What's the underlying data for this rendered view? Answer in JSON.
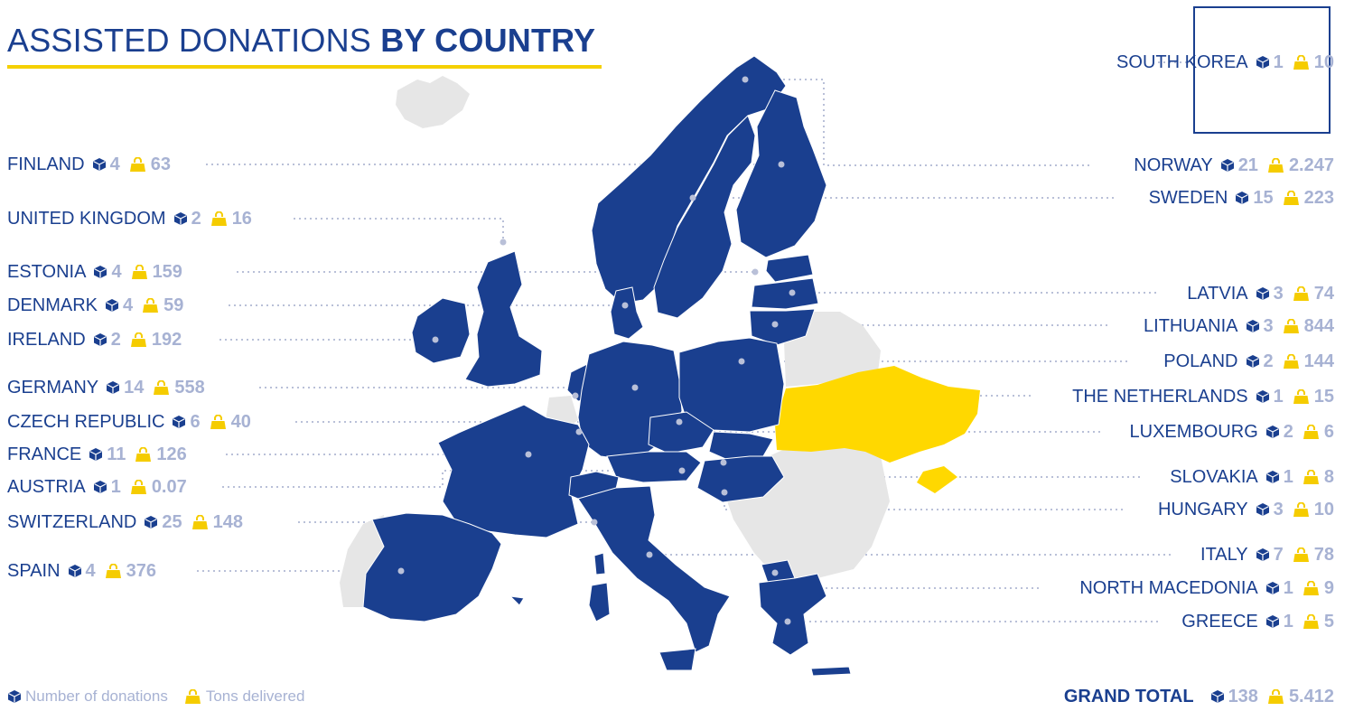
{
  "title": {
    "light": "ASSISTED DONATIONS ",
    "bold": "BY COUNTRY"
  },
  "colors": {
    "donor_blue": "#1a3f8f",
    "recipient_yellow": "#ffd800",
    "other_grey": "#e6e6e6",
    "muted_number": "#a7b2d3",
    "accent_underline": "#f5d000"
  },
  "icons": {
    "donations": "cube-icon",
    "tons": "bag-icon"
  },
  "countries_left": [
    {
      "name": "FINLAND",
      "donations": "4",
      "tons": "63"
    },
    {
      "name": "UNITED KINGDOM",
      "donations": "2",
      "tons": "16"
    },
    {
      "name": "ESTONIA",
      "donations": "4",
      "tons": "159"
    },
    {
      "name": "DENMARK",
      "donations": "4",
      "tons": "59"
    },
    {
      "name": "IRELAND",
      "donations": "2",
      "tons": "192"
    },
    {
      "name": "GERMANY",
      "donations": "14",
      "tons": "558"
    },
    {
      "name": "CZECH REPUBLIC",
      "donations": "6",
      "tons": "40"
    },
    {
      "name": "FRANCE",
      "donations": "11",
      "tons": "126"
    },
    {
      "name": "AUSTRIA",
      "donations": "1",
      "tons": "0.07"
    },
    {
      "name": "SWITZERLAND",
      "donations": "25",
      "tons": "148"
    },
    {
      "name": "SPAIN",
      "donations": "4",
      "tons": "376"
    }
  ],
  "countries_right": [
    {
      "name": "SOUTH KOREA",
      "donations": "1",
      "tons": "10"
    },
    {
      "name": "NORWAY",
      "donations": "21",
      "tons": "2.247"
    },
    {
      "name": "SWEDEN",
      "donations": "15",
      "tons": "223"
    },
    {
      "name": "LATVIA",
      "donations": "3",
      "tons": "74"
    },
    {
      "name": "LITHUANIA",
      "donations": "3",
      "tons": "844"
    },
    {
      "name": "POLAND",
      "donations": "2",
      "tons": "144"
    },
    {
      "name": "THE NETHERLANDS",
      "donations": "1",
      "tons": "15"
    },
    {
      "name": "LUXEMBOURG",
      "donations": "2",
      "tons": "6"
    },
    {
      "name": "SLOVAKIA",
      "donations": "1",
      "tons": "8"
    },
    {
      "name": "HUNGARY",
      "donations": "3",
      "tons": "10"
    },
    {
      "name": "ITALY",
      "donations": "7",
      "tons": "78"
    },
    {
      "name": "NORTH MACEDONIA",
      "donations": "1",
      "tons": "9"
    },
    {
      "name": "GREECE",
      "donations": "1",
      "tons": "5"
    }
  ],
  "legend": {
    "donations_label": "Number of donations",
    "tons_label": "Tons delivered"
  },
  "grand_total": {
    "label": "GRAND TOTAL",
    "donations": "138",
    "tons": "5.412"
  }
}
